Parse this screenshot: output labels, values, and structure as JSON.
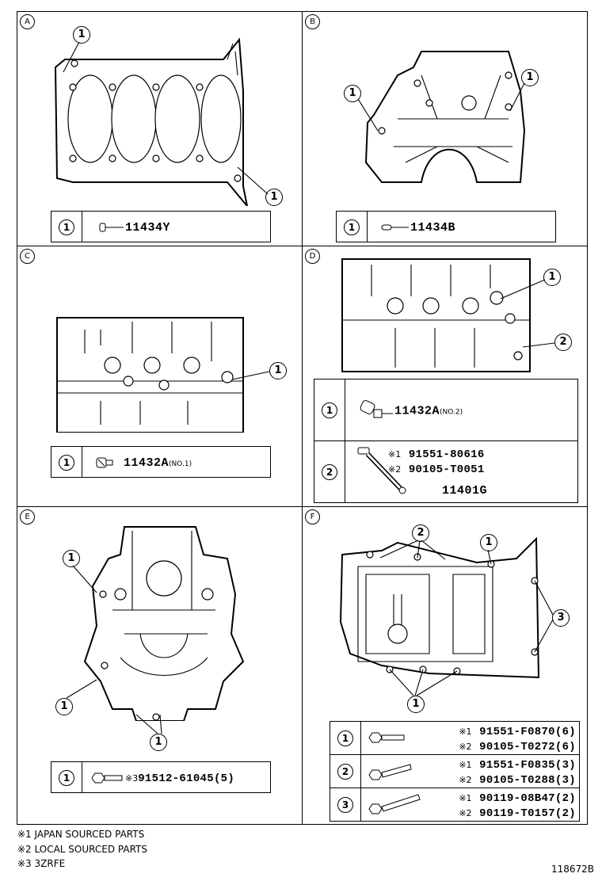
{
  "panels": {
    "A": {
      "letter": "A",
      "callout": "1",
      "row_index": "1",
      "part_no": "11434Y"
    },
    "B": {
      "letter": "B",
      "callout": "1",
      "row_index": "1",
      "part_no": "11434B"
    },
    "C": {
      "letter": "C",
      "callout": "1",
      "row_index": "1",
      "part_no": "11432A",
      "note": "(NO.1)"
    },
    "D": {
      "letter": "D",
      "callouts": [
        "1",
        "2"
      ],
      "rows": [
        {
          "index": "1",
          "part_no": "11432A",
          "note": "(NO.2)"
        },
        {
          "index": "2",
          "lines": [
            {
              "mark": "※1",
              "part_no": "91551-80616"
            },
            {
              "mark": "※2",
              "part_no": "90105-T0051"
            }
          ],
          "part_no_main": "11401G"
        }
      ]
    },
    "E": {
      "letter": "E",
      "callout": "1",
      "row_index": "1",
      "mark": "※3",
      "part_no": "91512-61045",
      "qty": "(5)"
    },
    "F": {
      "letter": "F",
      "callouts": [
        "1",
        "2",
        "3"
      ],
      "rows": [
        {
          "index": "1",
          "lines": [
            {
              "mark": "※1",
              "part_no": "91551-F0870",
              "qty": "(6)"
            },
            {
              "mark": "※2",
              "part_no": "90105-T0272",
              "qty": "(6)"
            }
          ]
        },
        {
          "index": "2",
          "lines": [
            {
              "mark": "※1",
              "part_no": "91551-F0835",
              "qty": "(3)"
            },
            {
              "mark": "※2",
              "part_no": "90105-T0288",
              "qty": "(3)"
            }
          ]
        },
        {
          "index": "3",
          "lines": [
            {
              "mark": "※1",
              "part_no": "90119-08B47",
              "qty": "(2)"
            },
            {
              "mark": "※2",
              "part_no": "90119-T0157",
              "qty": "(2)"
            }
          ]
        }
      ]
    }
  },
  "footnotes": [
    "※1 JAPAN SOURCED PARTS",
    "※2 LOCAL SOURCED PARTS",
    "※3 3ZRFE"
  ],
  "figure_number": "118672B"
}
